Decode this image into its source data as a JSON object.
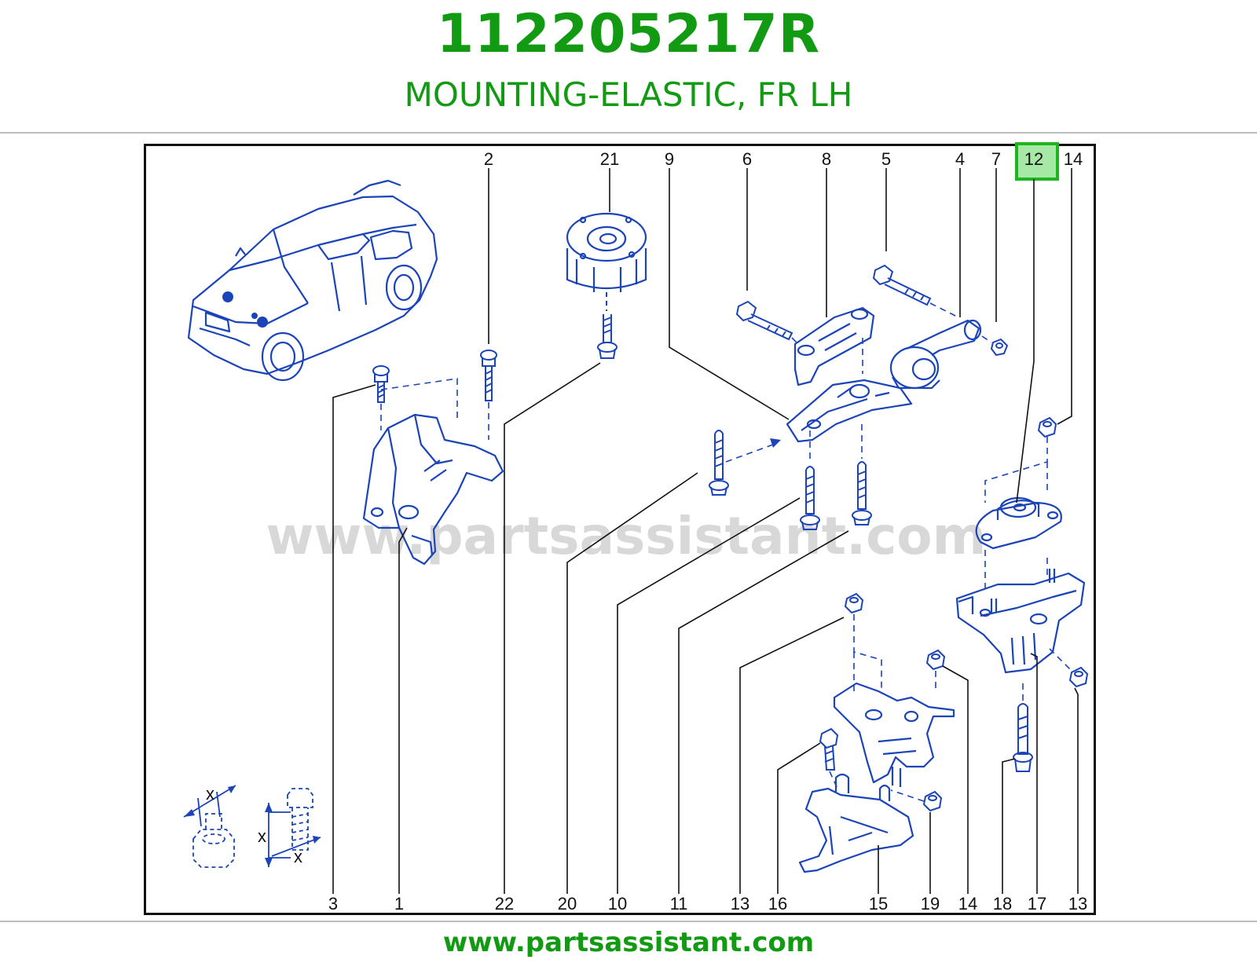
{
  "header": {
    "part_number": "112205217R",
    "part_name": "MOUNTING-ELASTIC, FR LH"
  },
  "diagram": {
    "watermark": "www.partsassistant.com",
    "highlighted_callout": "12",
    "top_callouts": [
      "2",
      "21",
      "9",
      "6",
      "8",
      "5",
      "4",
      "7",
      "12",
      "14"
    ],
    "bottom_callouts": [
      "3",
      "1",
      "22",
      "20",
      "10",
      "11",
      "13",
      "16",
      "15",
      "19",
      "14",
      "18",
      "17",
      "13"
    ],
    "detail_labels": [
      "x",
      "x",
      "x"
    ],
    "colors": {
      "line": "#1a44b8",
      "highlight_border": "#1fb51f",
      "highlight_fill": "#a6e8a6",
      "brand": "#129a12"
    }
  },
  "footer": {
    "url": "www.partsassistant.com"
  }
}
